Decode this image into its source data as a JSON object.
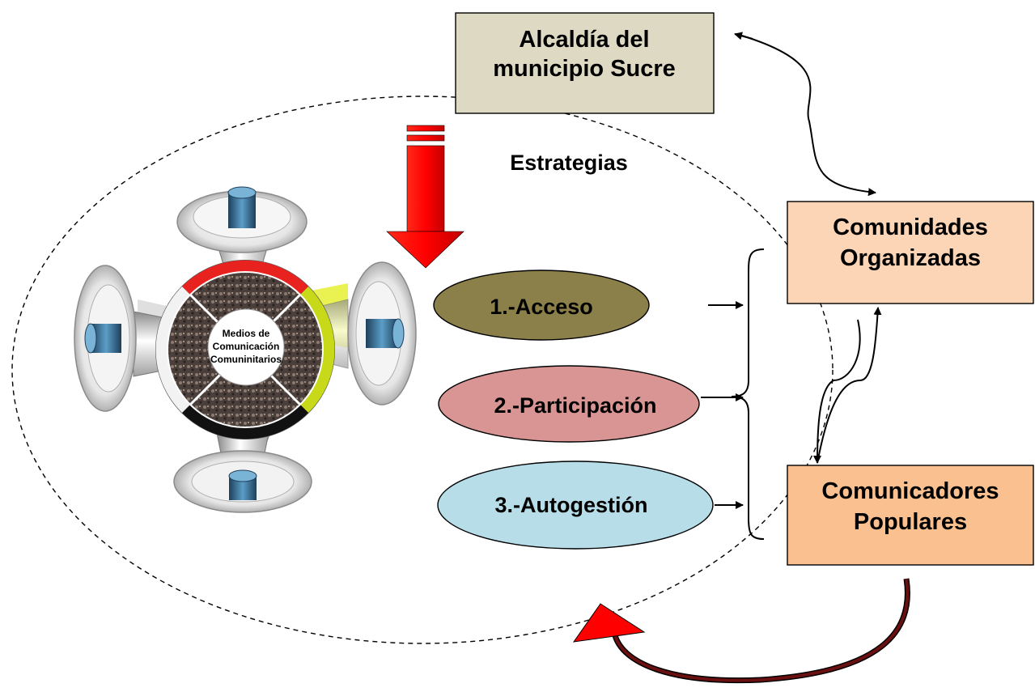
{
  "nodes": {
    "alcaldia": {
      "line1": "Alcaldía del",
      "line2": "municipio Sucre",
      "fill": "#ddd9c3"
    },
    "comunidades": {
      "line1": "Comunidades",
      "line2": "Organizadas",
      "fill": "#fbd5b5"
    },
    "comunicadores": {
      "line1": "Comunicadores",
      "line2": "Populares",
      "fill": "#fac08f"
    }
  },
  "estrategias_label": "Estrategias",
  "strategies": [
    {
      "label": "1.-Acceso",
      "fill": "#8b7f4a"
    },
    {
      "label": "2.-Participación",
      "fill": "#d99594"
    },
    {
      "label": "3.-Autogestión",
      "fill": "#b6dde8"
    }
  ],
  "hub": {
    "line1": "Medios de",
    "line2": "Comunicación",
    "line3": "Comuninitarios"
  },
  "colors": {
    "red_arrow": "#ff0000",
    "segment_red": "#e8231f",
    "segment_yellow": "#c8d91a",
    "segment_black": "#111111",
    "return_arrow_dark": "#5a0b0b"
  }
}
